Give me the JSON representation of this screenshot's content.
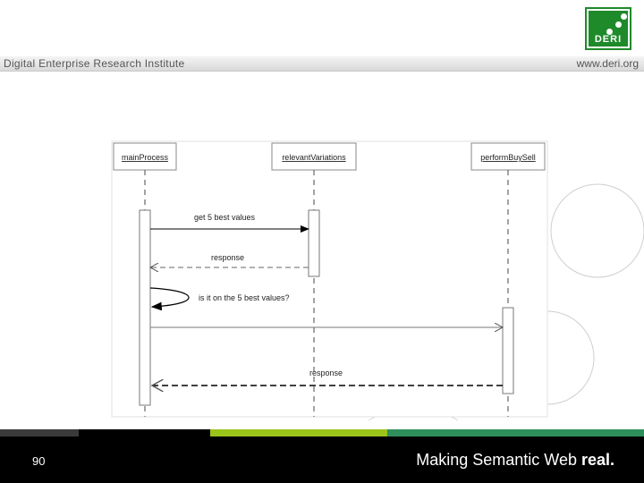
{
  "header": {
    "institute": "Digital Enterprise Research Institute",
    "url": "www.deri.org",
    "logo_text": "DERI"
  },
  "diagram": {
    "lifelines": [
      {
        "name": "mainProcess"
      },
      {
        "name": "relevantVariations"
      },
      {
        "name": "performBuySell"
      }
    ],
    "messages": [
      {
        "label": "get 5 best values",
        "from": "mainProcess",
        "to": "relevantVariations",
        "style": "solid"
      },
      {
        "label": "response",
        "from": "relevantVariations",
        "to": "mainProcess",
        "style": "dashed"
      },
      {
        "label": "is it on the 5 best values?",
        "from": "mainProcess",
        "to": "mainProcess",
        "style": "self"
      },
      {
        "label": "",
        "from": "mainProcess",
        "to": "performBuySell",
        "style": "solid"
      },
      {
        "label": "response",
        "from": "performBuySell",
        "to": "mainProcess",
        "style": "dashed"
      }
    ]
  },
  "footer": {
    "page_number": "90",
    "tagline_main": "Making Semantic Web ",
    "tagline_bold": "real.",
    "strip_colors": [
      "#3a3a3a",
      "#000000",
      "#9ac31c",
      "#2f8f5b"
    ]
  }
}
